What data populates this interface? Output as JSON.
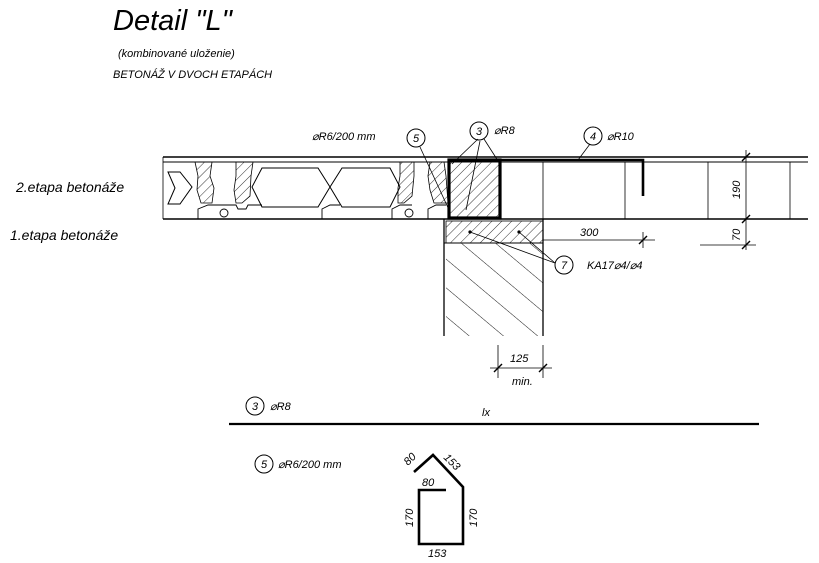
{
  "title": "Detail \"L\"",
  "subtitle": "(kombinované uloženie)",
  "subtitle2": "BETONÁŽ V DVOCH ETAPÁCH",
  "stage_labels": {
    "stage2": "2.etapa betonáže",
    "stage1": "1.etapa betonáže"
  },
  "callouts": [
    {
      "num": "5",
      "text": "⌀R6/200 mm"
    },
    {
      "num": "3",
      "text": "⌀R8"
    },
    {
      "num": "4",
      "text": "⌀R10"
    },
    {
      "num": "7",
      "text": "KA17⌀4/⌀4"
    }
  ],
  "dimensions": {
    "d300": "300",
    "d190": "190",
    "d70": "70",
    "d125": "125",
    "min": "min."
  },
  "bar3": {
    "num": "3",
    "text": "⌀R8",
    "length": "lx"
  },
  "bar5": {
    "num": "5",
    "text": "⌀R6/200 mm",
    "seg_80a": "80",
    "seg_80b": "80",
    "seg_153a": "153",
    "seg_170l": "170",
    "seg_170r": "170",
    "seg_153b": "153"
  }
}
